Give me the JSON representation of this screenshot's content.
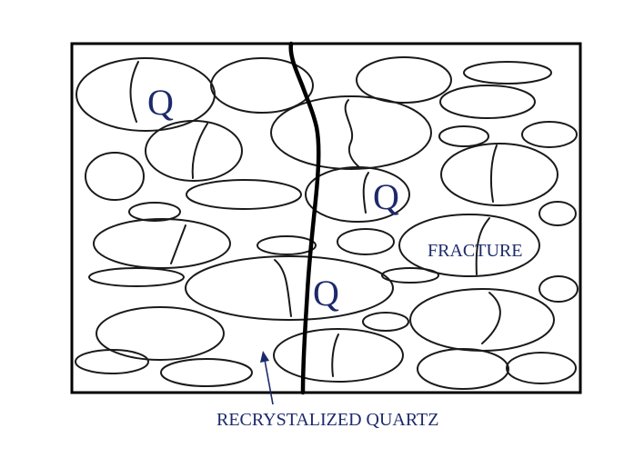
{
  "labels": {
    "quartz_symbol": "Q",
    "fracture": "FRACTURE",
    "recrystallized": "RECRYSTALIZED QUARTZ"
  },
  "colors": {
    "label_text": "#1c2a6b",
    "lines": "#000000",
    "background": "#ffffff"
  }
}
